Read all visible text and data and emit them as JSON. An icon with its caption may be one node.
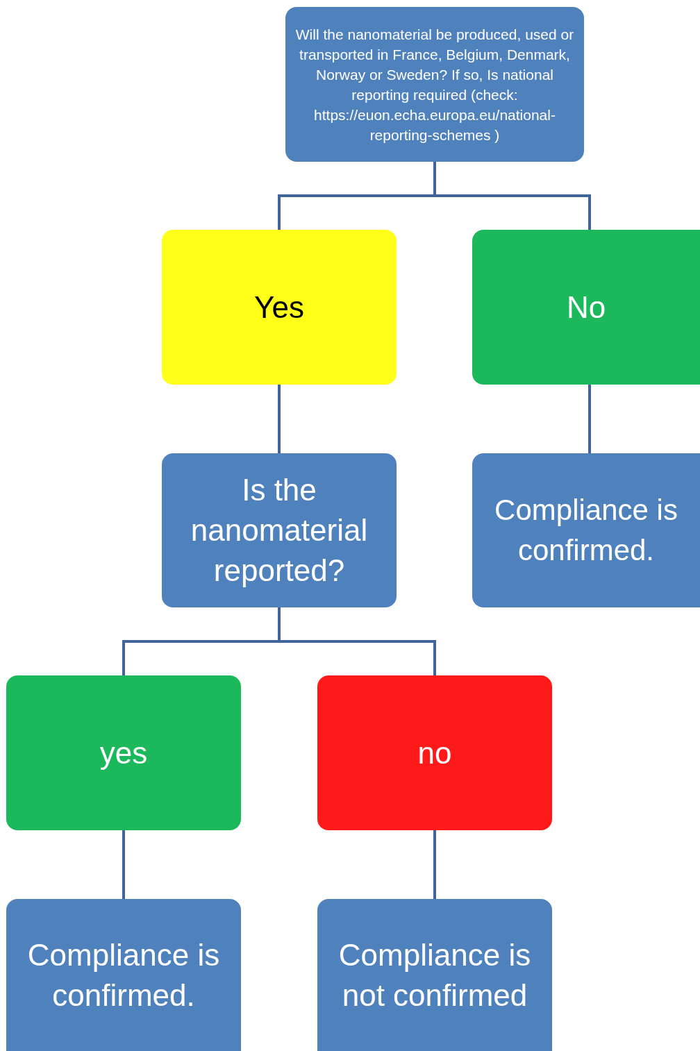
{
  "diagram": {
    "nodes": [
      {
        "text": [
          "Will the nanomaterial be produced, used or transported in France, Belgium, Denmark, Norway or Sweden? If so, Is national reporting required (check: https://euon.echa.europa.eu/national-reporting-schemes )"
        ]
      },
      {
        "text": [
          "Yes"
        ]
      },
      {
        "text": [
          "No"
        ]
      },
      {
        "text": [
          "Is the nanomaterial reported?"
        ]
      },
      {
        "text": [
          "Compliance is confirmed."
        ]
      },
      {
        "text": [
          "yes"
        ]
      },
      {
        "text": [
          "no"
        ]
      },
      {
        "text": [
          "Compliance is confirmed."
        ]
      },
      {
        "text": [
          "Compliance is not confirmed"
        ]
      }
    ],
    "edges": [
      {
        "from": 0,
        "to": 1,
        "arrow": "none"
      },
      {
        "from": 0,
        "to": 2,
        "arrow": "none"
      },
      {
        "from": 1,
        "to": 3,
        "arrow": "none"
      },
      {
        "from": 2,
        "to": 4,
        "arrow": "none"
      },
      {
        "from": 3,
        "to": 5,
        "arrow": "none"
      },
      {
        "from": 3,
        "to": 6,
        "arrow": "none"
      },
      {
        "from": 5,
        "to": 7,
        "arrow": "none"
      },
      {
        "from": 6,
        "to": 8,
        "arrow": "none"
      }
    ]
  }
}
